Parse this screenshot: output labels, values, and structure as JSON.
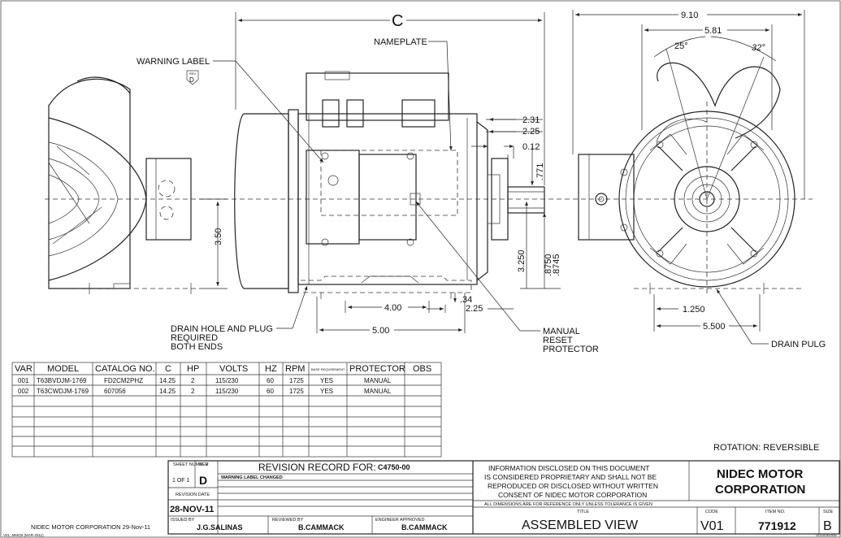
{
  "labels": {
    "warning_label": "WARNING LABEL",
    "rev_tag_small": "REV",
    "rev_tag_letter": "D",
    "nameplate": "NAMEPLATE",
    "drain_hole": [
      "DRAIN HOLE AND PLUG",
      "REQUIRED",
      "BOTH ENDS"
    ],
    "manual_reset": [
      "MANUAL",
      "RESET",
      "PROTECTOR"
    ],
    "drain_pulg": "DRAIN PULG",
    "rotation": "ROTATION:  REVERSIBLE"
  },
  "dimensions": {
    "c": "C",
    "d910": "9.10",
    "d581": "5.81",
    "a25": "25°",
    "a32": "32°",
    "d231": "2.31",
    "d225a": "2.25",
    "d012": "0.12",
    "d771": ".771",
    "d350": "3.50",
    "d3250": "3.250",
    "d8750": ".8750",
    "d8745": ".8745",
    "d034": ".34",
    "d400": "4.00",
    "d225b": "2.25",
    "d500": "5.00",
    "d1250": "1.250",
    "d5500": "5.500"
  },
  "table": {
    "headers": [
      "VAR",
      "MODEL",
      "CATALOG NO.",
      "C",
      "HP",
      "VOLTS",
      "HZ",
      "RPM",
      "BASE REQUIREMENT",
      "PROTECTOR",
      "OBS"
    ],
    "rows": [
      [
        "001",
        "T63BVDJM-1769",
        "FD2CM2PHZ",
        "14.25",
        "2",
        "115/230",
        "60",
        "1725",
        "YES",
        "MANUAL",
        ""
      ],
      [
        "002",
        "T63CWDJM-1769",
        "607056",
        "14.25",
        "2",
        "115/230",
        "60",
        "1725",
        "YES",
        "MANUAL",
        ""
      ]
    ]
  },
  "title_block": {
    "sheet_number_label": "SHEET NUMBER",
    "sheet_value": "1 OF 1",
    "rev_label": "REV",
    "rev_value": "D",
    "revision_record": "REVISION RECORD FOR:",
    "revision_code": "C4750-00",
    "revision_note": "WARNING LABEL CHANGED",
    "revision_date_label": "REVISION DATE",
    "revision_date": "28-NOV-11",
    "issued_by_label": "ISSUED BY",
    "issued_by": "J.G.SALINAS",
    "reviewed_by_label": "REVIEWED BY",
    "reviewed_by": "B.CAMMACK",
    "engineer_label": "ENGINEER APPROVED",
    "engineer": "B.CAMMACK",
    "info": [
      "INFORMATION DISCLOSED ON THIS DOCUMENT",
      "IS CONSIDERED PROPRIETARY AND SHALL NOT BE",
      "REPRODUCED OR DISCLOSED WITHOUT WRITTEN",
      "CONSENT OF NIDEC MOTOR CORPORATION"
    ],
    "company": [
      "NIDEC MOTOR",
      "CORPORATION"
    ],
    "tolerance": "ALL DIMENSIONS ARE FOR REFERENCE ONLY UNLESS TOLERANCE IS GIVEN",
    "title_label": "TITLE",
    "title": "ASSEMBLED VIEW",
    "code_label": "CODE",
    "code": "V01",
    "item_label": "ITEM NO.",
    "item": "771912",
    "size_label": "SIZE",
    "size": "B",
    "footer_left": "NIDEC MOTOR CORPORATION 29-Nov-11",
    "footer_tiny_left": "V01_MMCB (MAR-2011)",
    "footer_tiny_right": "SOLIDEDGE"
  }
}
